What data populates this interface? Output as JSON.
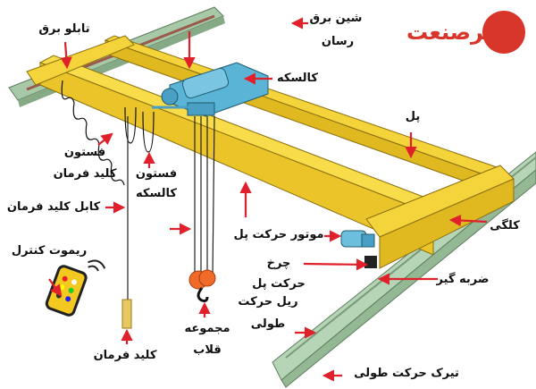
{
  "brand": {
    "name": "دکترصنعت",
    "color": "#d9362b"
  },
  "colors": {
    "arrow": "#e0202a",
    "bridge": "#f5d33a",
    "trolley": "#5ab4d6",
    "rail": "#a8c9a8",
    "hook": "#f06a2a"
  },
  "labels": {
    "electric_panel": "تابلو برق",
    "busbar_1": "شین برق",
    "busbar_2": "رسان",
    "trolley": "کالسکه",
    "bridge": "پل",
    "festoon_pendant_1": "فستون",
    "festoon_pendant_2": "کلید فرمان",
    "festoon_trolley_1": "فستون",
    "festoon_trolley_2": "کالسکه",
    "pendant_cable": "کابل کلید فرمان",
    "remote_control": "ریموت کنترل",
    "bridge_motor": "موتور حرکت پل",
    "end_carriage": "کلگی",
    "bridge_wheel_1": "چرخ",
    "bridge_wheel_2": "حرکت پل",
    "buffer": "ضربه گیر",
    "runway_rail_1": "ریل حرکت",
    "runway_rail_2": "طولی",
    "runway_beam": "تیرک حرکت طولی",
    "pendant": "کلید فرمان",
    "hook_block_1": "مجموعه",
    "hook_block_2": "قلاب"
  }
}
